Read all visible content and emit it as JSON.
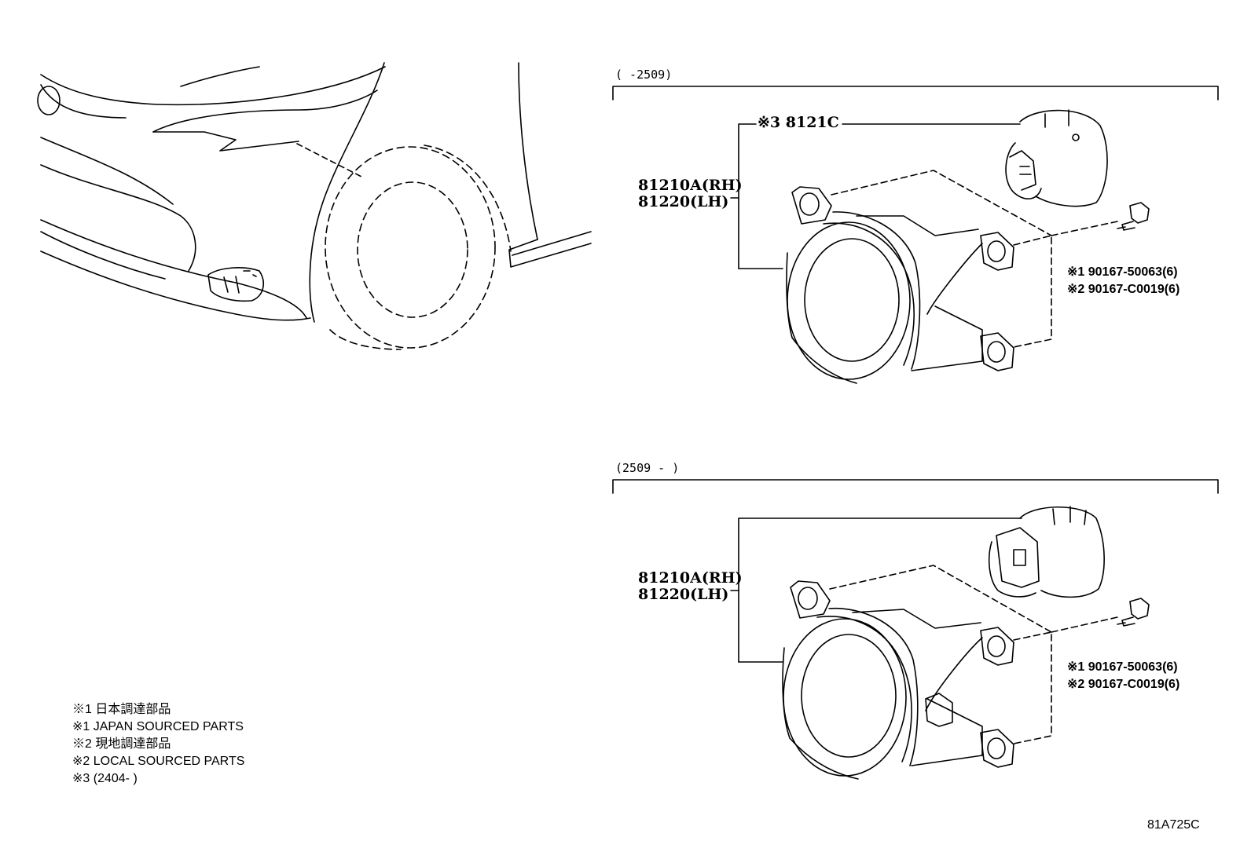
{
  "section_top": {
    "range": "(     -2509)",
    "note_connector": "※3 8121C",
    "part_rh": "81210A(RH)",
    "part_lh": "81220(LH)",
    "bolt_1": "※1 90167-50063(6)",
    "bolt_2": "※2 90167-C0019(6)"
  },
  "section_bottom": {
    "range": "(2509 -     )",
    "part_rh": "81210A(RH)",
    "part_lh": "81220(LH)",
    "bolt_1": "※1 90167-50063(6)",
    "bolt_2": "※2 90167-C0019(6)"
  },
  "legend": [
    "※1 日本調達部品",
    "※1 JAPAN SOURCED PARTS",
    "※2 現地調達部品",
    "※2 LOCAL SOURCED PARTS",
    "※3 (2404-      )"
  ],
  "diagram_code": "81A725C"
}
